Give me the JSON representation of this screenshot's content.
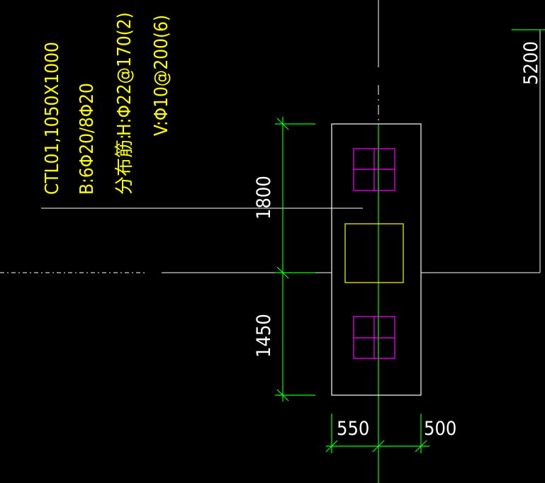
{
  "annotation": {
    "line1": "CTL01,1050X1000",
    "line2": "B:6Φ20/8Φ20",
    "line3_prefix": "分布筋:",
    "line3": "H:Φ22@170(2)",
    "line4": "V:Φ10@200(6)"
  },
  "dimensions": {
    "upper_vertical": "1800",
    "lower_vertical": "1450",
    "left_horizontal": "550",
    "right_horizontal": "500",
    "top_right": "5200"
  },
  "colors": {
    "background": "#000000",
    "annotation_text": "#ffff00",
    "dimension_lines": "#00ff00",
    "outline": "#ffffff",
    "column": "#ffff00",
    "piles": "#ff00ff"
  }
}
